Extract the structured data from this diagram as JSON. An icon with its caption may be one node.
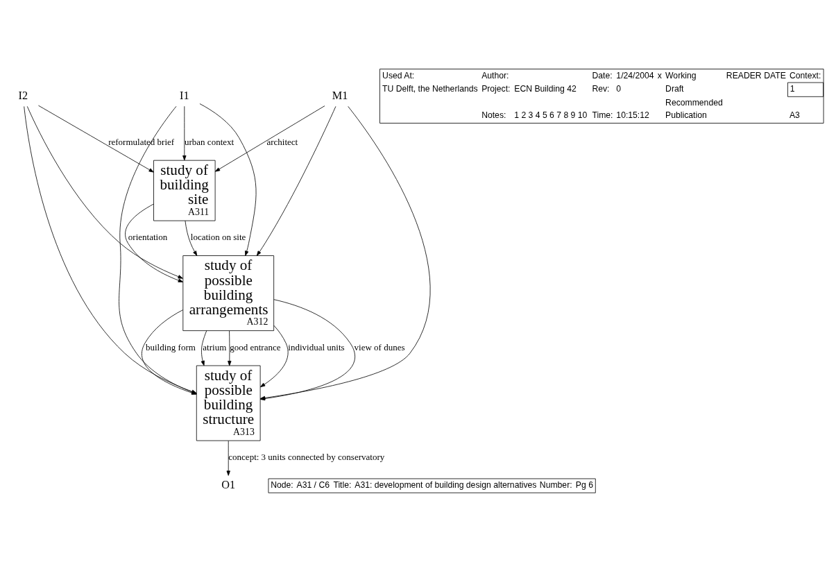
{
  "diagram": {
    "nodes": [
      {
        "text": [
          "I2"
        ]
      },
      {
        "text": [
          "I1"
        ]
      },
      {
        "text": [
          "study of building site",
          "A311"
        ]
      },
      {
        "text": [
          "study of possible building arrangements",
          "A312"
        ]
      },
      {
        "text": [
          "study of possible building structure",
          "A313"
        ]
      },
      {
        "text": [
          "O1"
        ]
      },
      {
        "text": [
          "M1"
        ]
      }
    ],
    "edges": [
      {
        "from": 0,
        "to": 2,
        "arrow": "to",
        "label": "reformulated brief"
      },
      {
        "from": 0,
        "to": 3,
        "arrow": "to"
      },
      {
        "from": 0,
        "to": 4,
        "arrow": "to"
      },
      {
        "from": 1,
        "to": 2,
        "arrow": "to",
        "label": "urban context"
      },
      {
        "from": 1,
        "to": 3,
        "arrow": "to"
      },
      {
        "from": 1,
        "to": 4,
        "arrow": "to"
      },
      {
        "from": 2,
        "to": 3,
        "arrow": "to",
        "label": "orientation"
      },
      {
        "from": 2,
        "to": 3,
        "arrow": "to",
        "label": "location on site"
      },
      {
        "from": 3,
        "to": 4,
        "arrow": "to",
        "label": "atrium"
      },
      {
        "from": 3,
        "to": 4,
        "arrow": "to",
        "label": "good entrance"
      },
      {
        "from": 3,
        "to": 4,
        "arrow": "to",
        "label": "individual units"
      },
      {
        "from": 3,
        "to": 4,
        "arrow": "to",
        "label": "view of dunes"
      },
      {
        "from": 3,
        "to": 4,
        "arrow": "to",
        "label": "building form"
      },
      {
        "from": 4,
        "to": 5,
        "arrow": "to",
        "label": "concept: 3 units connected by conservatory"
      },
      {
        "from": 6,
        "to": 2,
        "arrow": "to",
        "label": "architect"
      },
      {
        "from": 6,
        "to": 3,
        "arrow": "to"
      },
      {
        "from": 6,
        "to": 4,
        "arrow": "to"
      }
    ],
    "labels": [
      "Used At:",
      "TU Delft, the Netherlands",
      "Author:",
      "Project:",
      "ECN Building 42",
      "Notes:",
      "1 2 3 4 5 6 7 8 9 10",
      "Date:",
      "1/24/2004",
      "Rev:",
      "0",
      "Time:",
      "10:15:12",
      "x",
      "Working",
      "Draft",
      "Recommended",
      "Publication",
      "READER",
      "DATE",
      "Context:",
      "1",
      "A3",
      "Node:",
      "A31 / C6",
      "Title:",
      "A31: development of building design alternatives",
      "Number:",
      "Pg 6"
    ]
  }
}
